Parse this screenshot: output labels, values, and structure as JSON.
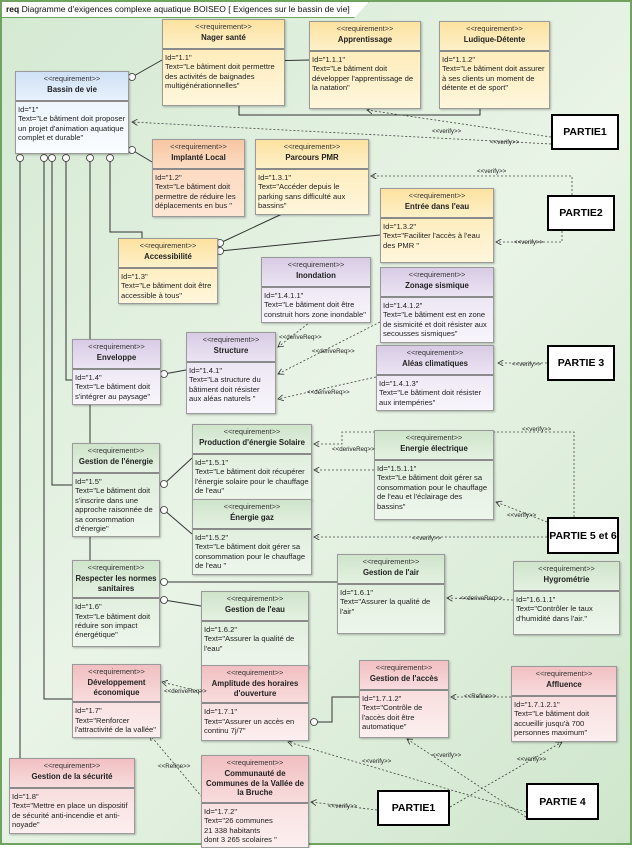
{
  "diagram": {
    "prefix": "req",
    "title": "Diagramme d'exigences complexe aquatique BOISEO",
    "subtitle": "[ Exigences sur le bassin de vie]"
  },
  "stereotype": "<<requirement>>",
  "requirements": [
    {
      "key": "bassin-de-vie",
      "color": "blue",
      "name": "Bassin de vie",
      "id": "Id=\"1\"",
      "text": "Text=\"Le bâtiment doit proposer un projet d'animation aquatique complet et durable\""
    },
    {
      "key": "nager-sante",
      "color": "yellow",
      "name": "Nager santé",
      "id": "Id=\"1.1\"",
      "text": "Text=\"Le bâtiment doit permettre des activités de baignades multigénérationnelles\""
    },
    {
      "key": "apprentissage",
      "color": "yellow",
      "name": "Apprentissage",
      "id": "Id=\"1.1.1\"",
      "text": "Text=\"Le bâtiment doit développer l'apprentissage de la natation\""
    },
    {
      "key": "ludique-detente",
      "color": "yellow",
      "name": "Ludique-Détente",
      "id": "Id=\"1.1.2\"",
      "text": "Text=\"Le bâtiment doit assurer à ses clients un moment de détente et de sport\""
    },
    {
      "key": "implante-local",
      "color": "orange",
      "name": "Implanté Local",
      "id": "Id=\"1.2\"",
      "text": "Text=\"Le bâtiment doit permettre de réduire les déplacements en bus \""
    },
    {
      "key": "parcours-pmr",
      "color": "yellow",
      "name": "Parcours PMR",
      "id": "Id=\"1.3.1\"",
      "text": "Text=\"Accéder depuis le parking sans difficulté aux bassins\""
    },
    {
      "key": "entree-eau",
      "color": "yellow",
      "name": "Entrée dans l'eau",
      "id": "Id=\"1.3.2\"",
      "text": "Text=\"Faciliter l'accès à l'eau des PMR \""
    },
    {
      "key": "accessibilite",
      "color": "yellow",
      "name": "Accessibilité",
      "id": "Id=\"1.3\"",
      "text": "Text=\"Le bâtiment doit être accessible à tous\""
    },
    {
      "key": "inondation",
      "color": "purple",
      "name": "Inondation",
      "id": "Id=\"1.4.1.1\"",
      "text": "Text=\"Le bâtiment doit être construit hors zone inondable\""
    },
    {
      "key": "zonage-sismique",
      "color": "purple",
      "name": "Zonage sismique",
      "id": "Id=\"1.4.1.2\"",
      "text": "Text=\"Le bâtiment est en zone de sismicité et doit résister aux secousses sismiques\""
    },
    {
      "key": "enveloppe",
      "color": "purple",
      "name": "Enveloppe",
      "id": "Id=\"1.4\"",
      "text": "Text=\"Le bâtiment doit s'intégrer au paysage\""
    },
    {
      "key": "structure",
      "color": "purple",
      "name": "Structure",
      "id": "Id=\"1.4.1\"",
      "text": "Text=\"La structure du bâtiment doit résister aux aléas naturels \""
    },
    {
      "key": "aleas-climatiques",
      "color": "purple",
      "name": "Aléas climatiques",
      "id": "Id=\"1.4.1.3\"",
      "text": "Text=\"Le bâtiment doit résister aux intempéries\""
    },
    {
      "key": "production-solaire",
      "color": "green",
      "name": "Production d'énergie Solaire",
      "id": "Id=\"1.5.1\"",
      "text": "Text=\"Le bâtiment doit récupérer l'énergie solaire pour le chauffage de l'eau\""
    },
    {
      "key": "gestion-energie",
      "color": "green",
      "name": "Gestion de l'énergie",
      "id": "Id=\"1.5\"",
      "text": "Text=\"Le bâtiment doit s'inscrire dans une approche raisonnée de sa consommation d'énergie\""
    },
    {
      "key": "energie-electrique",
      "color": "green",
      "name": "Energie électrique",
      "id": "Id=\"1.5.1.1\"",
      "text": "Text=\"Le bâtiment doit gérer sa consommation pour le chauffage de l'eau et l'éclairage des bassins\""
    },
    {
      "key": "energie-gaz",
      "color": "green",
      "name": "Énergie gaz",
      "id": "Id=\"1.5.2\"",
      "text": "Text=\"Le bâtiment doit gérer sa consommation pour le chauffage de l'eau \""
    },
    {
      "key": "normes-sanitaires",
      "color": "green",
      "name": "Respecter les normes sanitaires",
      "id": "Id=\"1.6\"",
      "text": "Text=\"Le bâtiment doit réduire son impact énergétique\""
    },
    {
      "key": "gestion-air",
      "color": "green",
      "name": "Gestion de l'air",
      "id": "Id=\"1.6.1\"",
      "text": "Text=\"Assurer la qualité de l'air\""
    },
    {
      "key": "hygrometrie",
      "color": "green",
      "name": "Hygrométrie",
      "id": "Id=\"1.6.1.1\"",
      "text": "Text=\"Contrôler le taux d'humidité dans l'air.\""
    },
    {
      "key": "gestion-eau",
      "color": "green",
      "name": "Gestion de l'eau",
      "id": "Id=\"1.6.2\"",
      "text": "Text=\"Assurer la qualité de l'eau\""
    },
    {
      "key": "developpement-economique",
      "color": "red",
      "name": "Développement économique",
      "id": "Id=\"1.7\"",
      "text": "Text=\"Renforcer l'attractivité de la vallée\""
    },
    {
      "key": "amplitude-horaires",
      "color": "red",
      "name": "Amplitude des horaires d'ouverture",
      "id": "Id=\"1.7.1\"",
      "text": "Text=\"Assurer un accès en continu 7j/7\""
    },
    {
      "key": "gestion-acces",
      "color": "red",
      "name": "Gestion de l'accès",
      "id": "Id=\"1.7.1.2\"",
      "text": "Text=\"Contrôle de l'accès doit être automatique\""
    },
    {
      "key": "affluence",
      "color": "red",
      "name": "Affluence",
      "id": "Id=\"1.7.1.2.1\"",
      "text": "Text=\"Le bâtiment doit accueillir jusqu'à 700 personnes maximum\""
    },
    {
      "key": "gestion-securite",
      "color": "red",
      "name": "Gestion de la sécurité",
      "id": "Id=\"1.8\"",
      "text": "Text=\"Mettre en place un dispositif de sécurité anti-incendie et anti-noyade\""
    },
    {
      "key": "communaute-communes",
      "color": "red",
      "name": "Communauté de Communes de la Vallée de la Bruche",
      "id": "Id=\"1.7.2\"",
      "text": "Text=\"26 communes\n21 338 habitants\ndont 3 265 scolaires \""
    }
  ],
  "parties": [
    {
      "key": "partie1-top",
      "label": "PARTIE1"
    },
    {
      "key": "partie2",
      "label": "PARTIE2"
    },
    {
      "key": "partie3",
      "label": "PARTIE 3"
    },
    {
      "key": "partie56",
      "label": "PARTIE 5 et 6"
    },
    {
      "key": "partie1-bottom",
      "label": "PARTIE1"
    },
    {
      "key": "partie4",
      "label": "PARTIE 4"
    }
  ],
  "relation_labels": {
    "verify": "<<verify>>",
    "deriveReq": "<<deriveReq>>",
    "refine": "<<Refine>>"
  },
  "colors": {
    "frame": "#6fa35f",
    "yellow": "#fde2a0",
    "blue": "#cfe0f6",
    "orange": "#f8c6a2",
    "purple": "#d8cbe5",
    "green": "#cfe4cb",
    "red": "#f1bfc1"
  }
}
